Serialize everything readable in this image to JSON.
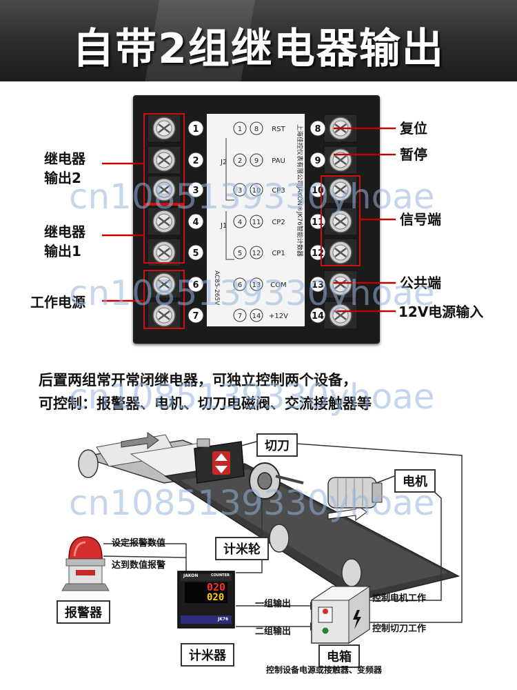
{
  "header": {
    "title": "自带2组继电器输出"
  },
  "panel": {
    "brand_line": "上海佳控仪表有限公司JAKON®JK76智能计数器",
    "left_terminals": [
      "1",
      "2",
      "3",
      "4",
      "5",
      "6",
      "7"
    ],
    "right_terminals": [
      "8",
      "9",
      "10",
      "11",
      "12",
      "13",
      "14"
    ],
    "pin_labels": [
      "RST",
      "PAU",
      "CP3",
      "CP2",
      "CP1",
      "COM",
      "+12V"
    ],
    "circle_left": [
      "8",
      "9",
      "10",
      "11",
      "12",
      "13",
      "14"
    ],
    "circle_right": [
      "1",
      "2",
      "3",
      "4",
      "5",
      "6",
      "7"
    ],
    "relay_tags": [
      "J2",
      "J1"
    ],
    "power_label": "AC85-265V"
  },
  "callouts": {
    "relay2": [
      "继电器",
      "输出2"
    ],
    "relay1": [
      "继电器",
      "输出1"
    ],
    "power": "工作电源",
    "reset": "复位",
    "pause": "暂停",
    "signal": "信号端",
    "common": "公共端",
    "power12": "12V电源输入"
  },
  "description": [
    "后置两组常开常闭继电器，可独立控制两个设备，",
    "可控制：报警器、电机、切刀电磁阀、交流接触器等"
  ],
  "diagram": {
    "cutter": "切刀",
    "motor": "电机",
    "meter_wheel": "计米轮",
    "alarm": "报警器",
    "alarm_set": "设定报警数值",
    "alarm_reach": "达到数值报警",
    "counter": "计米器",
    "counter_brand": "JAKON",
    "counter_mode": "COUNTER",
    "counter_model": "JK76",
    "display_top": "020",
    "display_bottom": "020",
    "output1": "一组输出",
    "output2": "二组输出",
    "box": "电箱",
    "box_note": "控制设备电源或接触器、变频器",
    "ctrl_motor": "控制电机工作",
    "ctrl_cutter": "控制切刀工作"
  },
  "watermark": "cn1085139330yhoae",
  "colors": {
    "callout_line": "#c00000",
    "red_box": "#d01010",
    "panel": "#1b1b1b"
  }
}
